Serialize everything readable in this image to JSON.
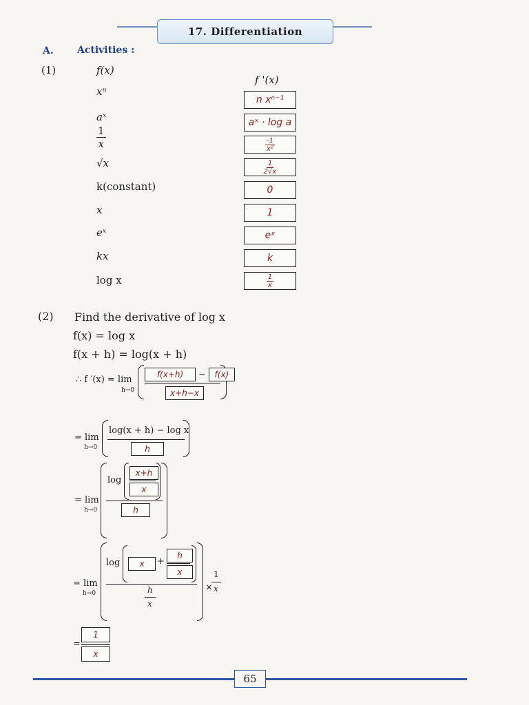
{
  "header": {
    "chapter_title": "17. Differentiation"
  },
  "section": {
    "letter": "A.",
    "title": "Activities :"
  },
  "activity1": {
    "number": "(1)",
    "col_fx": "f(x)",
    "col_dfx": "f '(x)",
    "rows": [
      {
        "fx": "xⁿ",
        "answer": "n xⁿ⁻¹"
      },
      {
        "fx": "aˣ",
        "answer": "aˣ · log a"
      },
      {
        "fx_num": "1",
        "fx_den": "x",
        "answer_num": "-1",
        "answer_den": "x²"
      },
      {
        "fx": "√x",
        "answer_num": "1",
        "answer_den": "2√x"
      },
      {
        "fx": "k(constant)",
        "answer": "0"
      },
      {
        "fx": "x",
        "answer": "1"
      },
      {
        "fx": "eˣ",
        "answer": "eˣ"
      },
      {
        "fx": "kx",
        "answer": "k"
      },
      {
        "fx": "log x",
        "answer_num": "1",
        "answer_den": "x"
      }
    ]
  },
  "activity2": {
    "number": "(2)",
    "prompt": "Find the derivative of log x",
    "line1": "f(x) = log x",
    "line2": "f(x + h) = log(x + h)",
    "step1": {
      "lhs": "∴ f ′(x) = lim",
      "limit_sub": "h→0",
      "box_num_a": "f(x+h)",
      "minus": "−",
      "box_num_b": "f(x)",
      "box_den": "x+h−x"
    },
    "step2": {
      "lhs": "= lim",
      "limit_sub": "h→0",
      "numerator": "log(x + h) − log x",
      "box_den": "h"
    },
    "step3": {
      "lhs": "= lim",
      "limit_sub": "h→0",
      "log": "log",
      "box_num": "x+h",
      "box_den_inner": "x",
      "box_den": "h"
    },
    "step4": {
      "lhs": "= lim",
      "limit_sub": "h→0",
      "log": "log",
      "box_a": "x",
      "plus": "+",
      "box_b_num": "h",
      "box_b_den": "x",
      "den_num": "h",
      "den_den": "x",
      "times": "×",
      "mult_num": "1",
      "mult_den": "x"
    },
    "result": {
      "lhs": "=",
      "box_num": "1",
      "box_den": "x"
    }
  },
  "footer": {
    "page_number": "65"
  }
}
